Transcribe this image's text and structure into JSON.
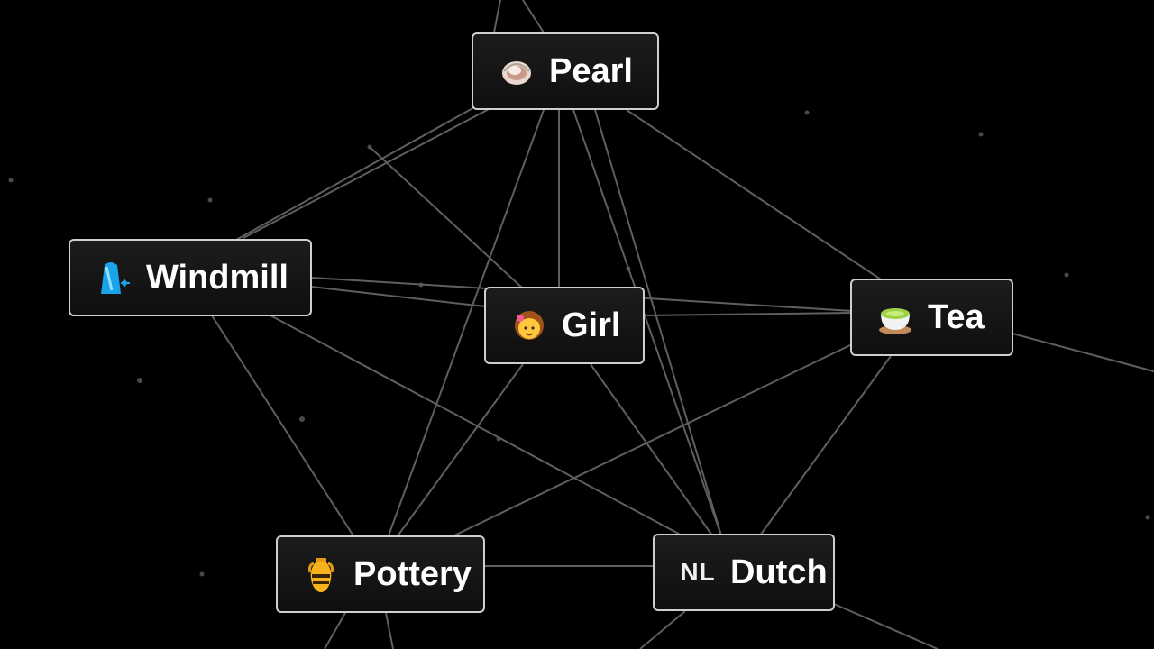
{
  "canvas": {
    "background": "#000000",
    "line_color": "#5f5f5f"
  },
  "elements": [
    {
      "key": "pearl",
      "label": "Pearl",
      "icon": "oyster-icon"
    },
    {
      "key": "windmill",
      "label": "Windmill",
      "icon": "windmill-icon"
    },
    {
      "key": "girl",
      "label": "Girl",
      "icon": "girl-icon"
    },
    {
      "key": "tea",
      "label": "Tea",
      "icon": "green-tea-icon"
    },
    {
      "key": "pottery",
      "label": "Pottery",
      "icon": "amphora-icon"
    },
    {
      "key": "dutch",
      "label": "Dutch",
      "icon_text": "NL",
      "icon": "nl-flag-icon"
    }
  ]
}
